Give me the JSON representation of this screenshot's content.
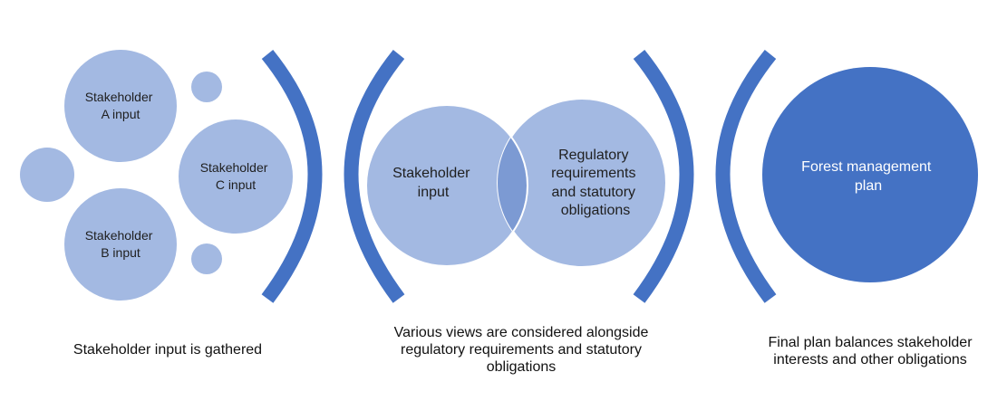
{
  "colors": {
    "light_circle": "#a3b9e2",
    "overlap": "#7c9ad3",
    "dark": "#4472c4",
    "text_dark": "#1f1f1f",
    "text_light": "#ffffff"
  },
  "stage1": {
    "circle_a": [
      "Stakeholder",
      "A input"
    ],
    "circle_b": [
      "Stakeholder",
      "B input"
    ],
    "circle_c": [
      "Stakeholder",
      "C input"
    ],
    "caption": "Stakeholder input is gathered"
  },
  "stage2": {
    "left_circle": [
      "Stakeholder",
      "input"
    ],
    "right_circle": [
      "Regulatory",
      "requirements",
      "and statutory",
      "obligations"
    ],
    "caption": [
      "Various views are considered alongside",
      "regulatory requirements and statutory",
      "obligations"
    ]
  },
  "stage3": {
    "circle": [
      "Forest management",
      "plan"
    ],
    "caption": [
      "Final plan balances stakeholder",
      "interests and other obligations"
    ]
  }
}
